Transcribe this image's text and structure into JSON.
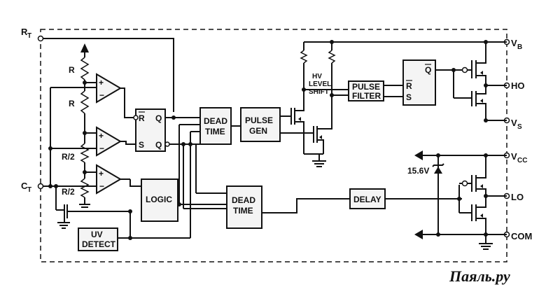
{
  "pins": {
    "rt": "R",
    "rt_sub": "T",
    "ct": "C",
    "ct_sub": "T",
    "vb": "V",
    "vb_sub": "B",
    "ho": "HO",
    "vs": "V",
    "vs_sub": "S",
    "vcc": "V",
    "vcc_sub": "CC",
    "lo": "LO",
    "com": "COM"
  },
  "resistors": {
    "r_top": "R",
    "r_mid": "R",
    "r_half1": "R/2",
    "r_half2": "R/2"
  },
  "flipflop": {
    "r_label": "R",
    "s_label": "S",
    "q_label": "Q",
    "qbar_label": "Q"
  },
  "blocks": {
    "dead_time_top_line1": "DEAD",
    "dead_time_top_line2": "TIME",
    "pulse_gen_line1": "PULSE",
    "pulse_gen_line2": "GEN",
    "hv_shift_line1": "HV",
    "hv_shift_line2": "LEVEL",
    "hv_shift_line3": "SHIFT",
    "pulse_filter_line1": "PULSE",
    "pulse_filter_line2": "FILTER",
    "latch_r": "R",
    "latch_s": "S",
    "latch_q": "Q",
    "logic": "LOGIC",
    "dead_time_bottom_line1": "DEAD",
    "dead_time_bottom_line2": "TIME",
    "delay": "DELAY",
    "uv_detect_line1": "UV",
    "uv_detect_line2": "DETECT",
    "zener": "15.6V"
  },
  "watermark": "Паяль.ру"
}
